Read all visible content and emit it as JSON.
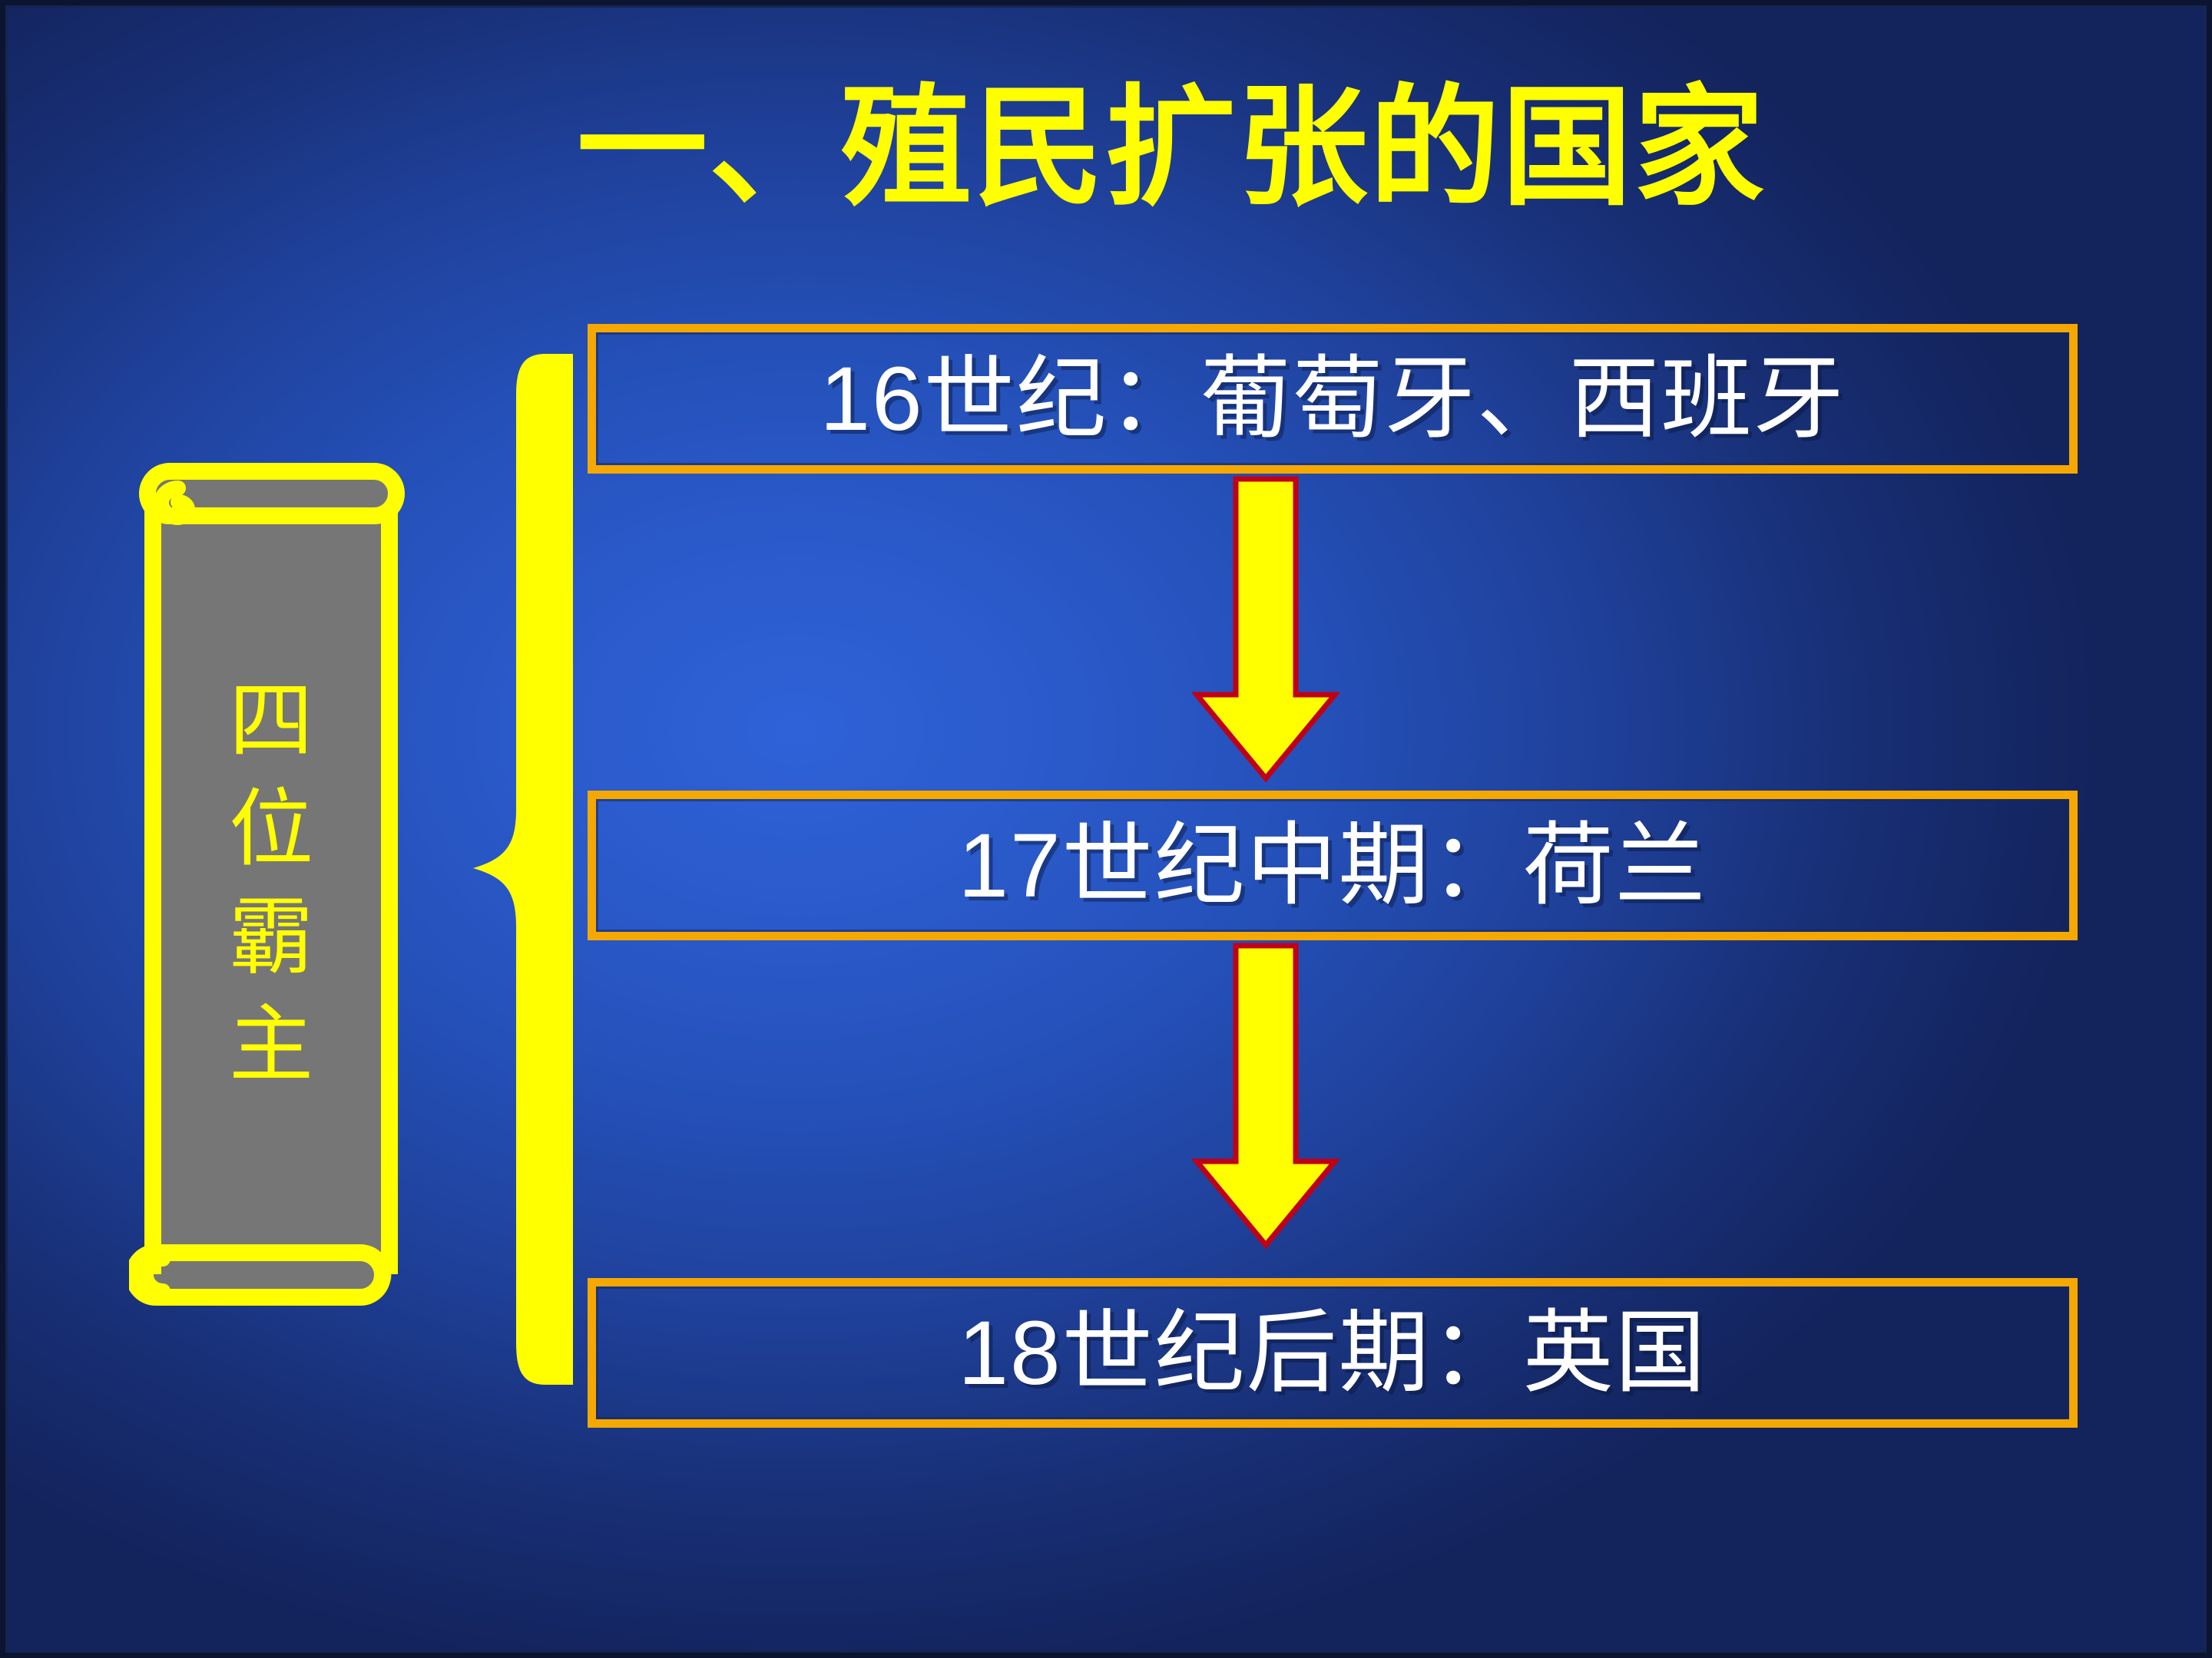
{
  "slide": {
    "title": "一、殖民扩张的国家",
    "background_color_center": "#2f62d8",
    "background_color_edge": "#13235c",
    "frame_color": "#0b1431"
  },
  "scroll_banner": {
    "name": "four-hegemons-scroll",
    "paper_color": "#767676",
    "border_color": "#ffff00",
    "text_color": "#ffff00",
    "characters": [
      "四",
      "位",
      "霸",
      "主"
    ],
    "full_text": "四位霸主"
  },
  "brace": {
    "name": "left-curly-brace",
    "color": "#ffff00",
    "orientation": "left-pointing"
  },
  "stages": [
    {
      "label": "16世纪：葡萄牙、西班牙",
      "century": "16世纪",
      "countries": "葡萄牙、西班牙",
      "border_color": "#f5a800",
      "text_color": "#ffffff"
    },
    {
      "label": "17世纪中期：荷兰",
      "century": "17世纪中期",
      "countries": "荷兰",
      "border_color": "#f5a800",
      "text_color": "#ffffff"
    },
    {
      "label": "18世纪后期：英国",
      "century": "18世纪后期",
      "countries": "英国",
      "border_color": "#f5a800",
      "text_color": "#ffffff"
    }
  ],
  "arrows": [
    {
      "name": "arrow-stage1-to-stage2",
      "direction": "down",
      "fill": "#ffff00",
      "stroke": "#c00018"
    },
    {
      "name": "arrow-stage2-to-stage3",
      "direction": "down",
      "fill": "#ffff00",
      "stroke": "#c00018"
    }
  ]
}
